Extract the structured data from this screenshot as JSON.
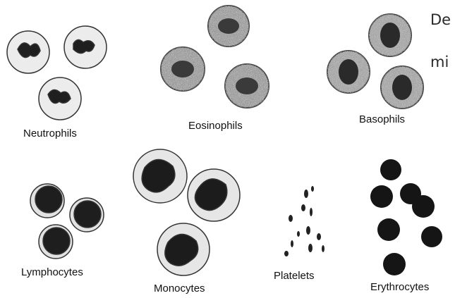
{
  "labels": {
    "neutrophils": "Neutrophils",
    "eosinophils": "Eosinophils",
    "basophils": "Basophils",
    "lymphocytes": "Lymphocytes",
    "monocytes": "Monocytes",
    "platelets": "Platelets",
    "erythrocytes": "Erythrocytes"
  },
  "overlay_text": {
    "line1": "De",
    "line2": "mi"
  },
  "colors": {
    "stain": "#1a1a1a",
    "cytoplasm": "#d8d8d8",
    "background": "#ffffff"
  }
}
